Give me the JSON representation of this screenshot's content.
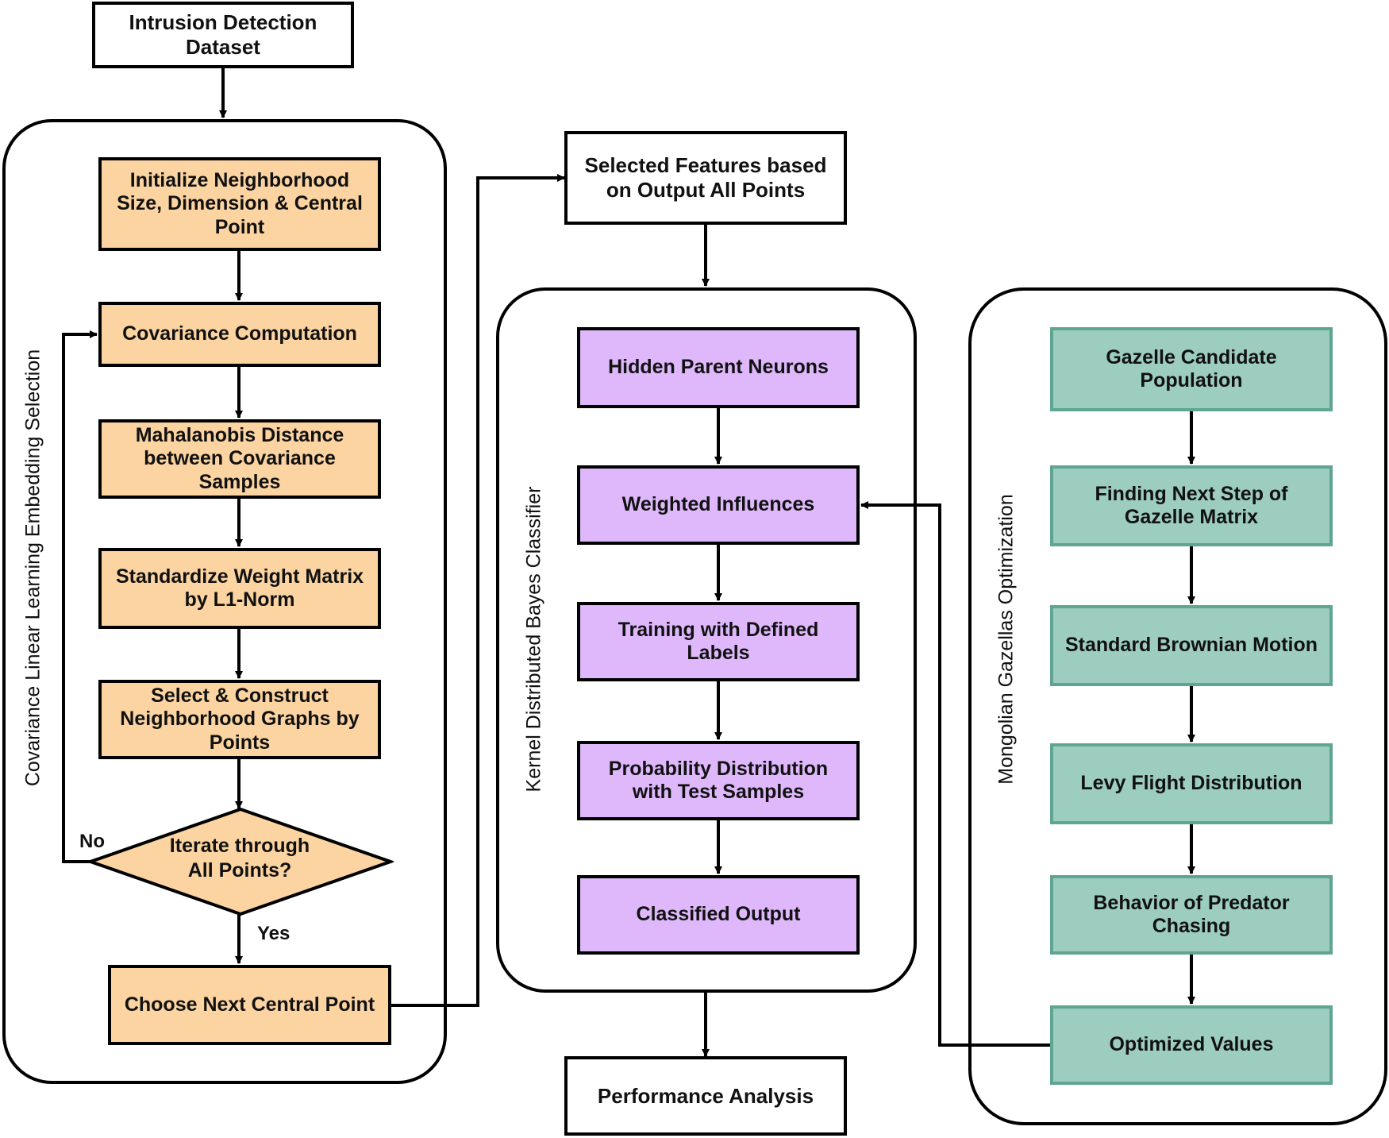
{
  "nodes": {
    "dataset": "Intrusion Detection Dataset",
    "selected_features": "Selected Features based on Output All Points",
    "performance": "Performance Analysis"
  },
  "left_panel": {
    "label": "Covariance Linear Learning Embedding Selection",
    "steps": [
      "Initialize Neighborhood Size, Dimension & Central Point",
      "Covariance Computation",
      "Mahalanobis Distance between Covariance Samples",
      "Standardize Weight Matrix by L1-Norm",
      "Select & Construct Neighborhood Graphs by Points"
    ],
    "decision": "Iterate through All Points?",
    "no_label": "No",
    "yes_label": "Yes",
    "final_step": "Choose Next Central Point"
  },
  "middle_panel": {
    "label": "Kernel Distributed Bayes Classifier",
    "steps": [
      "Hidden Parent Neurons",
      "Weighted Influences",
      "Training with Defined Labels",
      "Probability Distribution with Test Samples",
      "Classified Output"
    ]
  },
  "right_panel": {
    "label": "Mongolian Gazellas Optimization",
    "steps": [
      "Gazelle Candidate Population",
      "Finding Next Step of Gazelle Matrix",
      "Standard Brownian Motion",
      "Levy Flight Distribution",
      "Behavior of Predator Chasing",
      "Optimized Values"
    ]
  },
  "colors": {
    "left_fill": "#fcd4a2",
    "middle_fill": "#deb8fb",
    "right_fill": "#9dcdbf",
    "right_border": "#5fa592",
    "line": "#000000"
  }
}
